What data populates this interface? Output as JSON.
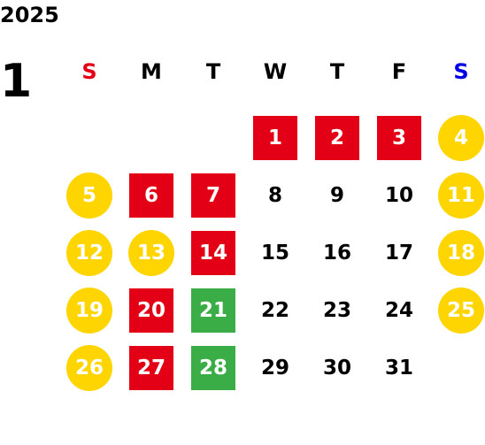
{
  "calendar": {
    "year": "2025",
    "month": "1",
    "weekdays": [
      {
        "label": "S",
        "color": "#e30016"
      },
      {
        "label": "M",
        "color": "#000000"
      },
      {
        "label": "T",
        "color": "#000000"
      },
      {
        "label": "W",
        "color": "#000000"
      },
      {
        "label": "T",
        "color": "#000000"
      },
      {
        "label": "F",
        "color": "#000000"
      },
      {
        "label": "S",
        "color": "#0000e6"
      }
    ],
    "weeks": [
      [
        {
          "day": "",
          "style": "none"
        },
        {
          "day": "",
          "style": "none"
        },
        {
          "day": "",
          "style": "none"
        },
        {
          "day": "1",
          "style": "red"
        },
        {
          "day": "2",
          "style": "red"
        },
        {
          "day": "3",
          "style": "red"
        },
        {
          "day": "4",
          "style": "yellow"
        }
      ],
      [
        {
          "day": "5",
          "style": "yellow"
        },
        {
          "day": "6",
          "style": "red"
        },
        {
          "day": "7",
          "style": "red"
        },
        {
          "day": "8",
          "style": "plain"
        },
        {
          "day": "9",
          "style": "plain"
        },
        {
          "day": "10",
          "style": "plain"
        },
        {
          "day": "11",
          "style": "yellow"
        }
      ],
      [
        {
          "day": "12",
          "style": "yellow"
        },
        {
          "day": "13",
          "style": "yellow"
        },
        {
          "day": "14",
          "style": "red"
        },
        {
          "day": "15",
          "style": "plain"
        },
        {
          "day": "16",
          "style": "plain"
        },
        {
          "day": "17",
          "style": "plain"
        },
        {
          "day": "18",
          "style": "yellow"
        }
      ],
      [
        {
          "day": "19",
          "style": "yellow"
        },
        {
          "day": "20",
          "style": "red"
        },
        {
          "day": "21",
          "style": "green"
        },
        {
          "day": "22",
          "style": "plain"
        },
        {
          "day": "23",
          "style": "plain"
        },
        {
          "day": "24",
          "style": "plain"
        },
        {
          "day": "25",
          "style": "yellow"
        }
      ],
      [
        {
          "day": "26",
          "style": "yellow"
        },
        {
          "day": "27",
          "style": "red"
        },
        {
          "day": "28",
          "style": "green"
        },
        {
          "day": "29",
          "style": "plain"
        },
        {
          "day": "30",
          "style": "plain"
        },
        {
          "day": "31",
          "style": "plain"
        },
        {
          "day": "",
          "style": "none"
        }
      ]
    ],
    "colors": {
      "red": "#e30016",
      "yellow": "#ffd500",
      "green": "#3aad47",
      "sunday": "#e30016",
      "saturday": "#0000e6"
    }
  }
}
